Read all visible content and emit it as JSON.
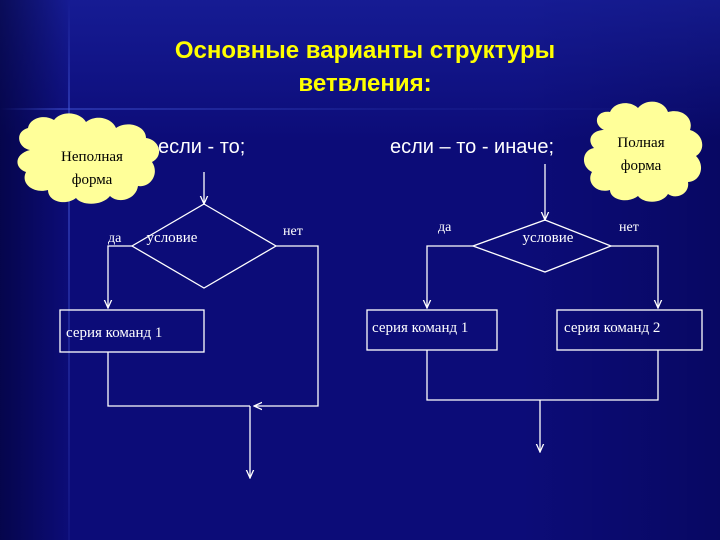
{
  "title": {
    "line1": "Основные варианты структуры",
    "line2": "ветвления:"
  },
  "left": {
    "caption": "если - то;",
    "cloud": {
      "line1": "Неполная",
      "line2": "форма"
    },
    "condition": "условие",
    "yes": "да",
    "no": "нет",
    "action": "серия команд 1"
  },
  "right": {
    "caption": "если – то - иначе;",
    "cloud": {
      "line1": "Полная",
      "line2": "форма"
    },
    "condition": "условие",
    "yes": "да",
    "no": "нет",
    "action_yes": "серия команд 1",
    "action_no": "серия команд 2"
  },
  "colors": {
    "background": "#0c0c78",
    "title": "#ffff00",
    "cloud": "#ffff99",
    "lines": "#ffffff"
  }
}
